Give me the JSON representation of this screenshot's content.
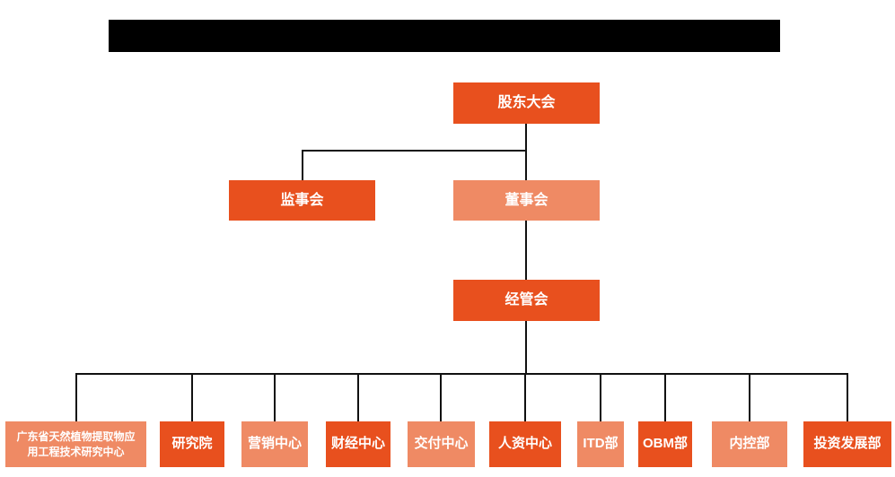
{
  "colors": {
    "primary": "#e8501e",
    "secondary": "#ef8a64",
    "line": "#111111",
    "redacted_bar": "#000000",
    "node_text": "#ffffff",
    "background": "#ffffff"
  },
  "org": {
    "level1": {
      "label": "股东大会",
      "variant": "primary"
    },
    "level2": {
      "supervisory_board": {
        "label": "监事会",
        "variant": "primary"
      },
      "board_of_directors": {
        "label": "董事会",
        "variant": "secondary"
      }
    },
    "level3": {
      "label": "经管会",
      "variant": "primary"
    },
    "departments": [
      {
        "label": "广东省天然植物提取物应用工程技术研究中心",
        "variant": "secondary"
      },
      {
        "label": "研究院",
        "variant": "primary"
      },
      {
        "label": "营销中心",
        "variant": "secondary"
      },
      {
        "label": "财经中心",
        "variant": "primary"
      },
      {
        "label": "交付中心",
        "variant": "secondary"
      },
      {
        "label": "人资中心",
        "variant": "primary"
      },
      {
        "label": "ITD部",
        "variant": "secondary"
      },
      {
        "label": "OBM部",
        "variant": "primary"
      },
      {
        "label": "内控部",
        "variant": "secondary"
      },
      {
        "label": "投资发展部",
        "variant": "primary"
      }
    ]
  }
}
